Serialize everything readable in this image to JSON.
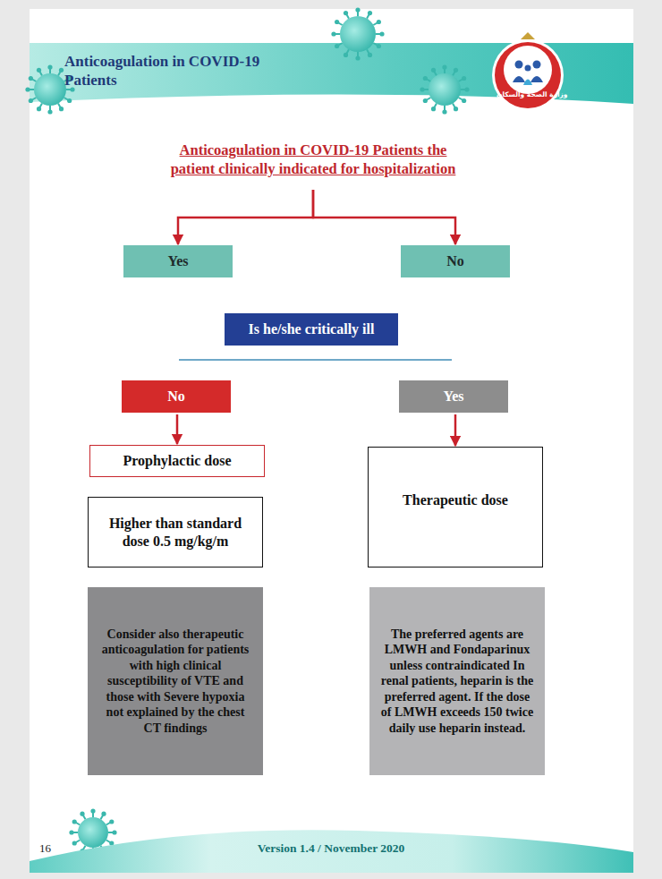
{
  "diagram": {
    "title": "Anticoagulation in COVID-19 Patients",
    "nodes": [
      {
        "text": [
          "Anticoagulation in COVID-19 Patients the patient clinically indicated for hospitalization"
        ]
      },
      {
        "text": [
          "Yes"
        ]
      },
      {
        "text": [
          "No"
        ]
      },
      {
        "text": [
          "Is he/she critically ill"
        ]
      },
      {
        "text": [
          "No"
        ]
      },
      {
        "text": [
          "Yes"
        ]
      },
      {
        "text": [
          "Prophylactic dose"
        ]
      },
      {
        "text": [
          "Higher than standard dose 0.5 mg/kg/m"
        ]
      },
      {
        "text": [
          "Therapeutic dose"
        ]
      },
      {
        "text": [
          "Consider also therapeutic anticoagulation for patients with high clinical susceptibility of VTE and those with Severe hypoxia not explained by the chest CT findings"
        ]
      },
      {
        "text": [
          "The preferred agents are LMWH and Fondaparinux unless contraindicated In renal patients, heparin is the preferred agent. If the dose of LMWH exceeds 150 twice daily use heparin instead."
        ]
      }
    ],
    "edges": [
      {
        "from": 0,
        "to": 1,
        "arrow": "to"
      },
      {
        "from": 0,
        "to": 2,
        "arrow": "to"
      },
      {
        "from": 4,
        "to": 6,
        "arrow": "to"
      },
      {
        "from": 5,
        "to": 8,
        "arrow": "to"
      }
    ],
    "labels": [
      "وزارة الصحة والسكان",
      "16",
      "Version 1.4 / November 2020"
    ]
  }
}
